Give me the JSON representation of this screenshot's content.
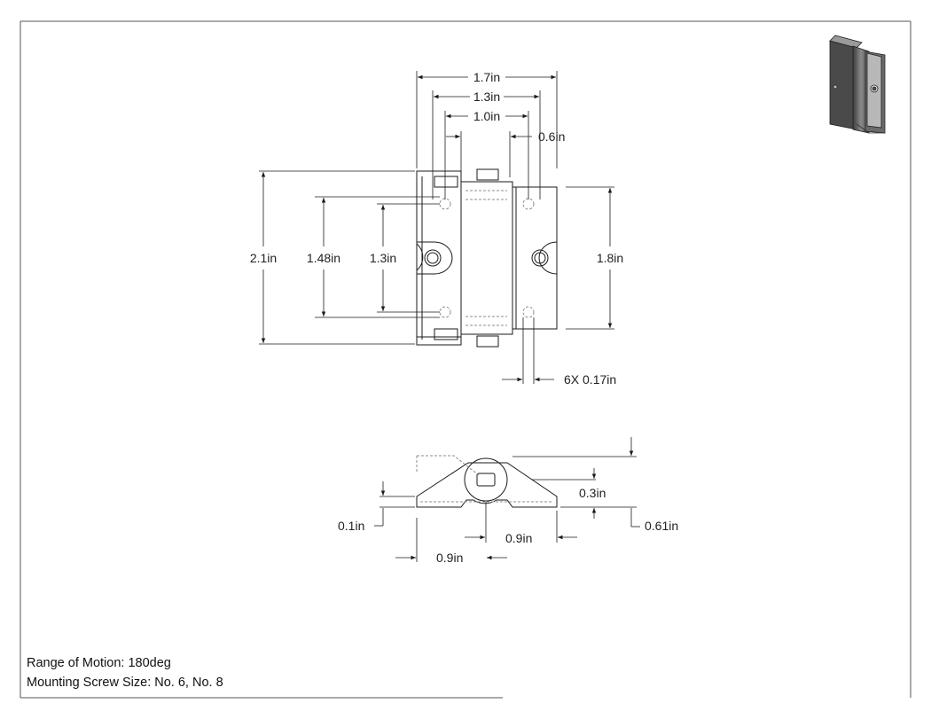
{
  "dimensions_top": {
    "overall_width": "1.7in",
    "width_1": "1.3in",
    "width_2": "1.0in",
    "width_3": "0.6in",
    "overall_height": "2.1in",
    "height_1": "1.48in",
    "height_2": "1.3in",
    "leaf_height": "1.8in",
    "hole_dia": "6X 0.17in"
  },
  "dimensions_side": {
    "thickness": "0.3in",
    "edge_thickness": "0.1in",
    "total_thickness": "0.61in",
    "half_width_right": "0.9in",
    "half_width_left": "0.9in"
  },
  "notes": {
    "range_of_motion": "Range of Motion: 180deg",
    "screw_size": "Mounting Screw Size: No. 6, No. 8"
  },
  "colors": {
    "line": "#1a1a1a",
    "hidden": "#8c8c8c",
    "thumbnail_body": "#5a5a5a"
  }
}
